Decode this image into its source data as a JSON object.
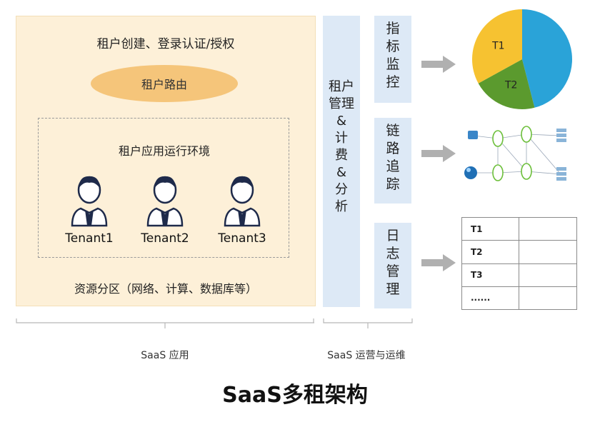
{
  "saas_app": {
    "title": "租户创建、登录认证/授权",
    "router": "租户路由",
    "runtime": "租户应用运行环境",
    "tenants": [
      "Tenant1",
      "Tenant2",
      "Tenant3"
    ],
    "resources": "资源分区（网络、计算、数据库等）"
  },
  "management": {
    "label": "租户\n管理\n&\n计\n费\n&\n分\n析"
  },
  "functions": [
    {
      "label": "指\n标\n监\n控"
    },
    {
      "label": "链\n路\n追\n踪"
    },
    {
      "label": "日\n志\n管\n理"
    }
  ],
  "pie": {
    "slices": [
      {
        "label": "",
        "value": 46,
        "color": "#2aa3d8"
      },
      {
        "label": "T2",
        "value": 21,
        "color": "#5b9a2e"
      },
      {
        "label": "T1",
        "value": 33,
        "color": "#f6c231"
      }
    ]
  },
  "log_table": {
    "rows": [
      "T1",
      "T2",
      "T3",
      "......"
    ]
  },
  "captions": {
    "saas_app": "SaaS 应用",
    "saas_ops": "SaaS 运营与运维"
  },
  "title": "SaaS多租架构",
  "colors": {
    "panel": "#fdf0d8",
    "router": "#f5c57a",
    "column": "#dde9f6",
    "arrow": "#b0b0b0"
  }
}
